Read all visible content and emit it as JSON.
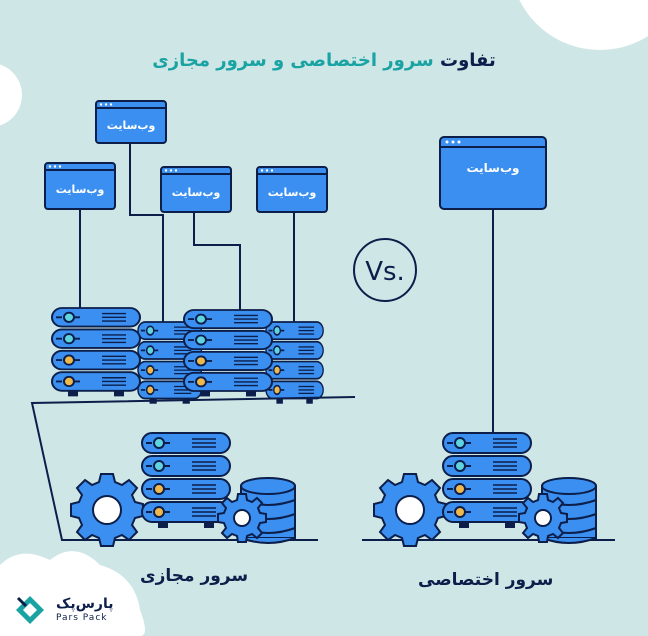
{
  "title": {
    "part1": "تفاوت",
    "part2": "سرور اختصاصی و سرور مجازی"
  },
  "website_label": "وب‌سایت",
  "vs_label": "Vs.",
  "left_label": "سرور مجازی",
  "right_label": "سرور اختصاصی",
  "logo": {
    "name_fa": "پارس‌پک",
    "name_en": "Pars Pack"
  },
  "colors": {
    "background": "#cfe6e6",
    "server_blue": "#3a8ff0",
    "outline": "#0c1e4a",
    "accent_teal": "#1aa3a3"
  }
}
